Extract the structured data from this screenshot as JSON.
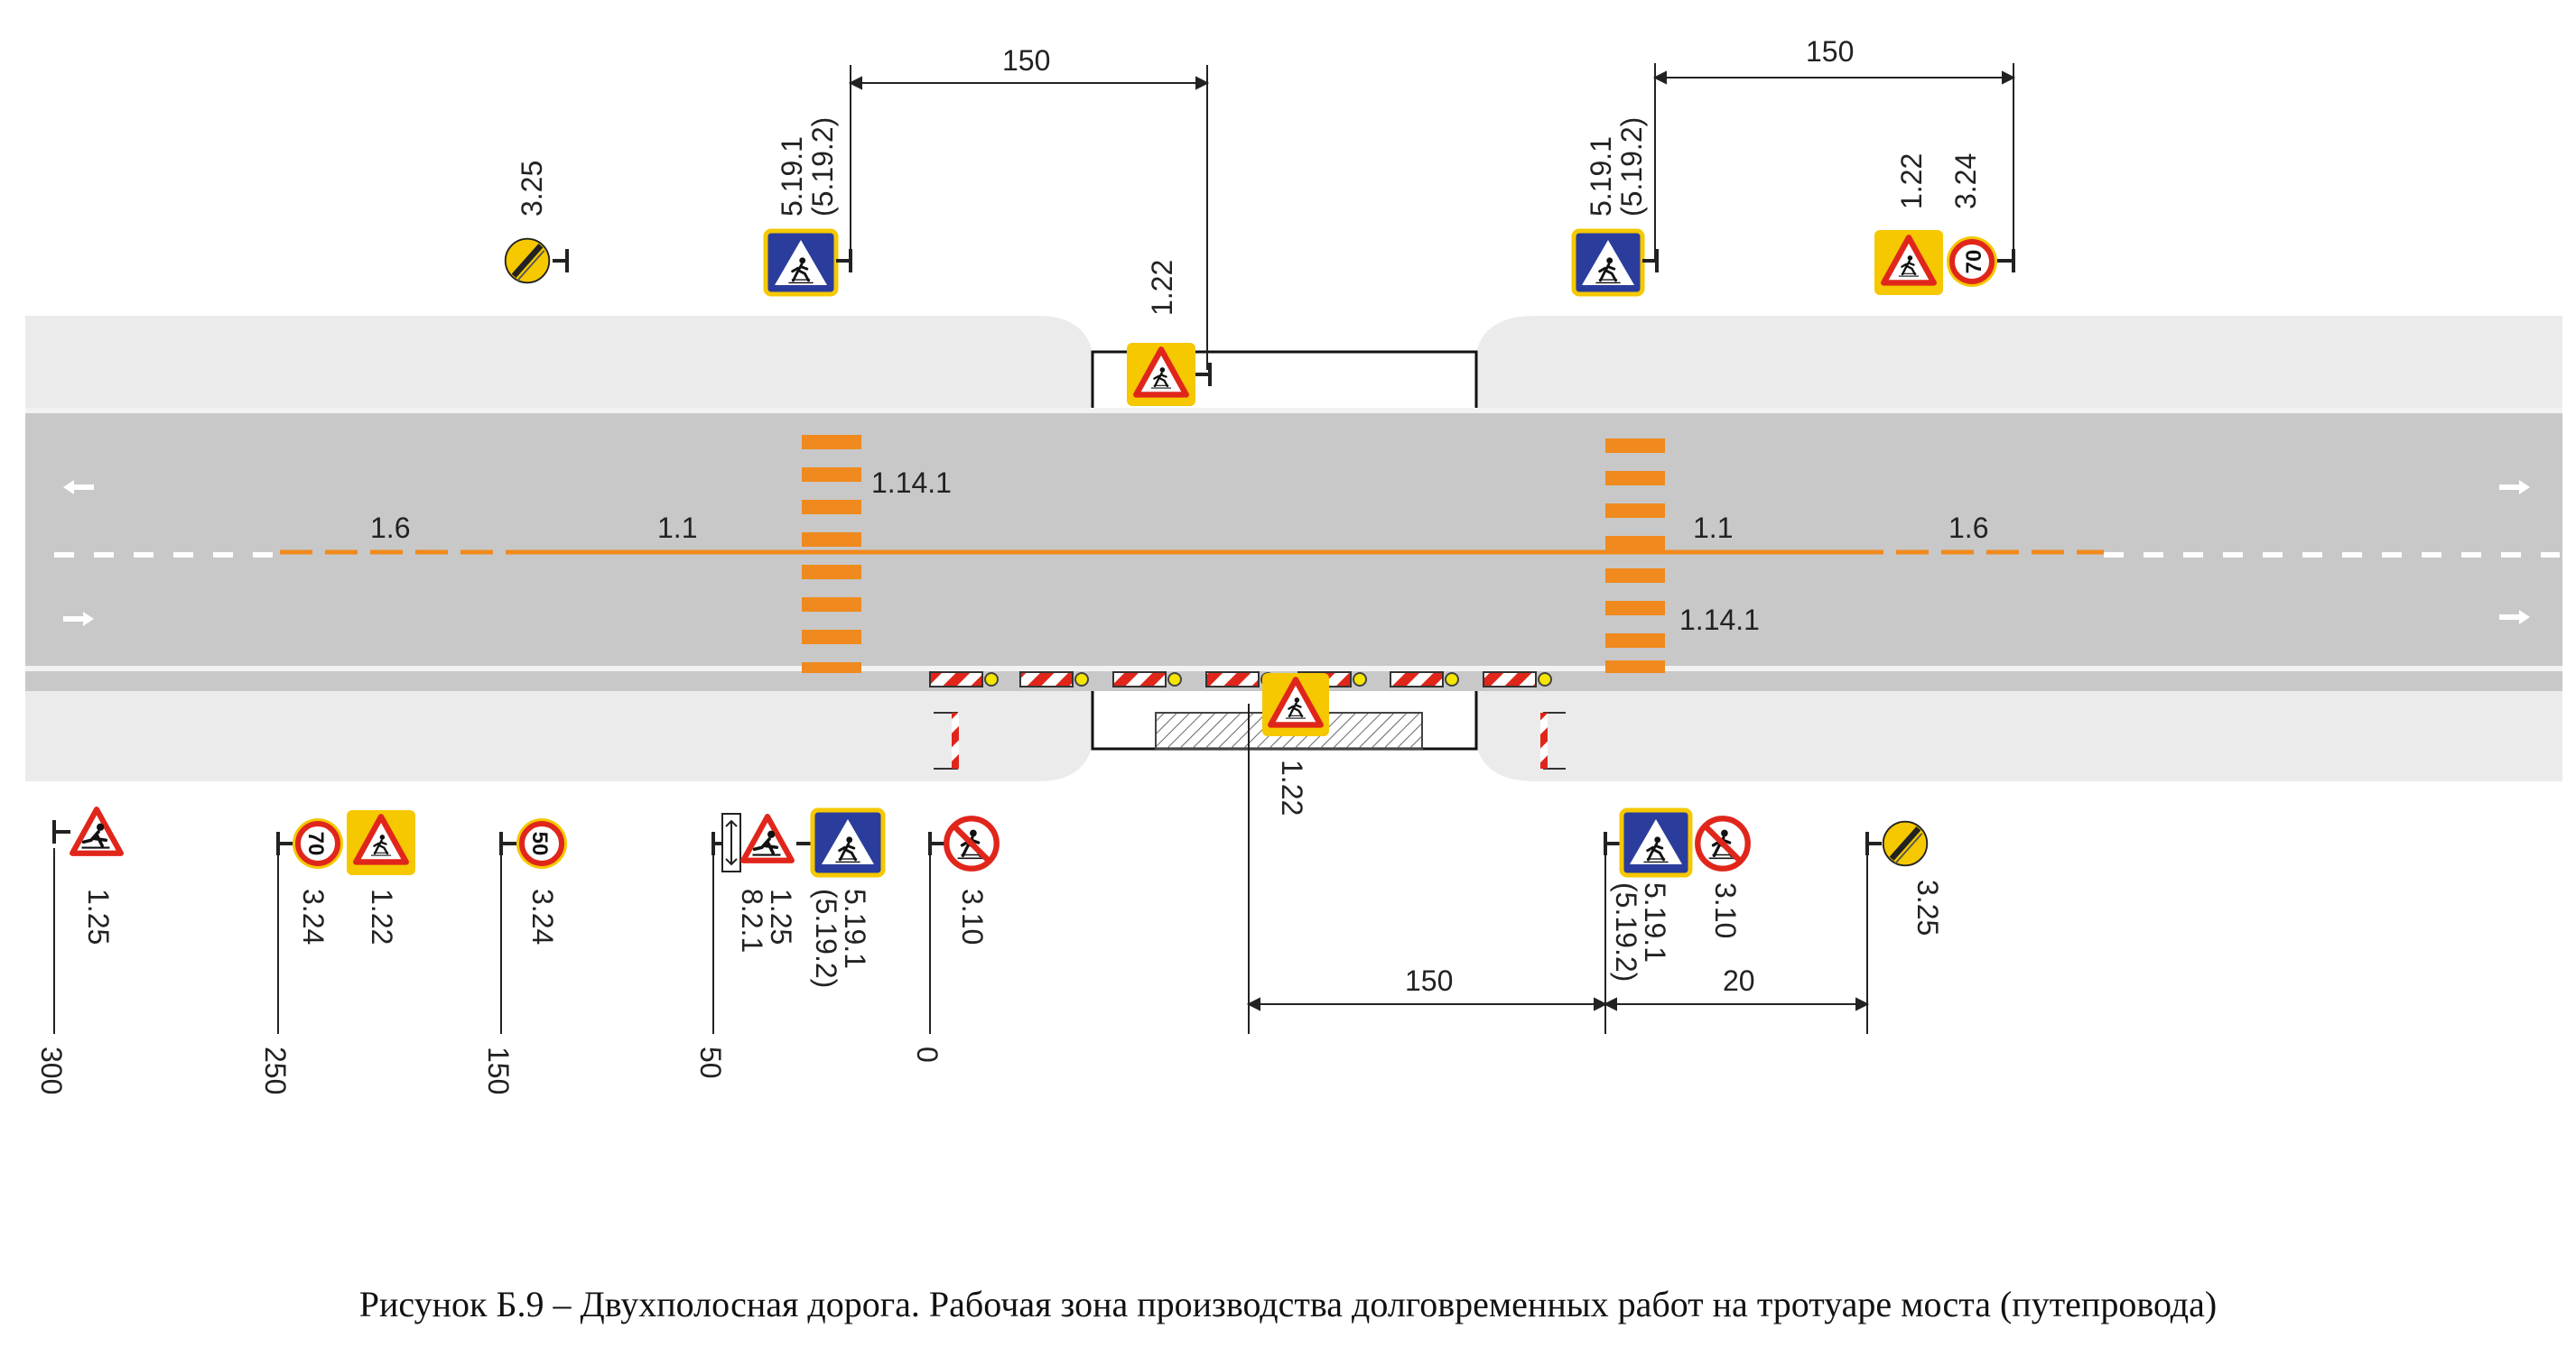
{
  "figure": {
    "caption": "Рисунок Б.9 – Двухполосная дорога. Рабочая зона производства долговременных работ на тротуаре моста (путепровода)"
  },
  "colors": {
    "pavement": "#c8c8c8",
    "sidewalk": "#ebebeb",
    "marking": "#f08a1e",
    "sign_yellow": "#f5c800",
    "sign_blue": "#2b3d9c",
    "sign_red": "#e0261b"
  },
  "road_markings": {
    "m_1_6_left": "1.6",
    "m_1_1_left": "1.1",
    "m_1_1_right": "1.1",
    "m_1_6_right": "1.6",
    "zebra_left": "1.14.1",
    "zebra_right": "1.14.1"
  },
  "top_signs": {
    "s325": "3.25",
    "s5191_left": [
      "5.19.1",
      "(5.19.2)"
    ],
    "s122_work": "1.22",
    "s5191_right": [
      "5.19.1",
      "(5.19.2)"
    ],
    "s122_right": "1.22",
    "s324_right": "3.24",
    "speed_value": "70",
    "dim_left": "150",
    "dim_right": "150"
  },
  "bottom_signs": {
    "s125": "1.25",
    "s324_70": "3.24",
    "s122": "1.22",
    "s324_50": "3.24",
    "s125_b": "1.25",
    "s821": "8.2.1",
    "s5191": [
      "5.19.1",
      "(5.19.2)"
    ],
    "s310": "3.10",
    "s122_work": "1.22",
    "s5191_r": [
      "5.19.1",
      "(5.19.2)"
    ],
    "s310_r": "3.10",
    "s325_r": "3.25",
    "speed_70": "70",
    "speed_50": "50"
  },
  "distances": {
    "d300": "300",
    "d250": "250",
    "d150": "150",
    "d50": "50",
    "d0": "0",
    "dim150": "150",
    "dim20": "20"
  }
}
